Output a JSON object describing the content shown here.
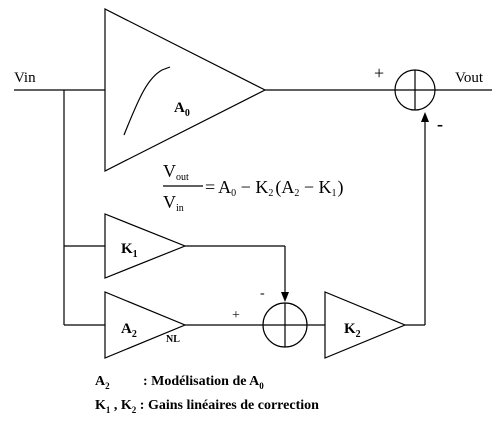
{
  "diagram": {
    "input_label": "Vin",
    "output_label": "Vout",
    "main_amp": {
      "label": "A",
      "sub": "0"
    },
    "k1_amp": {
      "label": "K",
      "sub": "1"
    },
    "a2_amp": {
      "label": "A",
      "sub": "2",
      "tag": "NL"
    },
    "k2_amp": {
      "label": "K",
      "sub": "2"
    },
    "out_sum_plus": "+",
    "out_sum_minus": "-",
    "mid_sum_plus": "+",
    "mid_sum_minus": "-",
    "formula": {
      "num_v": "V",
      "num_sub": "out",
      "den_v": "V",
      "den_sub": "in",
      "rhs_a0": "A",
      "rhs_a0_sub": "0",
      "rhs_minus1": " − ",
      "rhs_k2": "K",
      "rhs_k2_sub": "2",
      "rhs_open": "(",
      "rhs_a2": "A",
      "rhs_a2_sub": "2",
      "rhs_minus2": " − ",
      "rhs_k1": "K",
      "rhs_k1_sub": "1",
      "rhs_close": ")",
      "equals": "="
    }
  },
  "legend": {
    "line1_term": "A",
    "line1_term_sub": "2",
    "line1_text": ": Modélisation de A",
    "line1_text_sub": "0",
    "line2_k1": "K",
    "line2_k1_sub": "1",
    "line2_sep": " , ",
    "line2_k2": "K",
    "line2_k2_sub": "2",
    "line2_text": " : Gains linéaires de correction"
  }
}
